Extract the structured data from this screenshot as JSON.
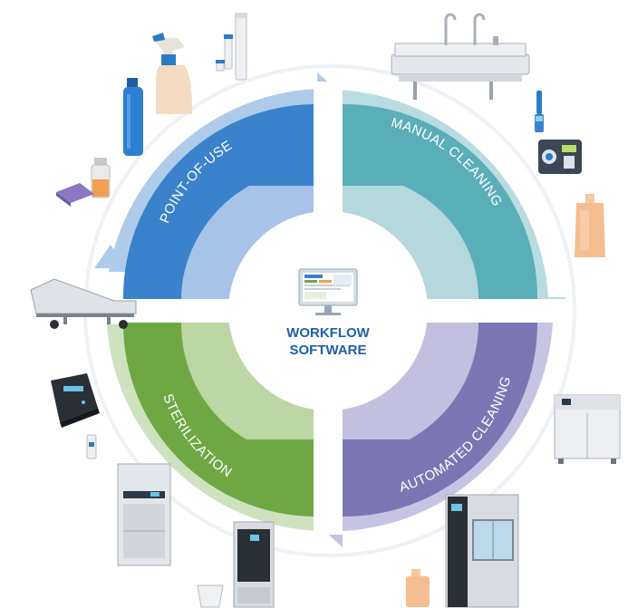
{
  "center": {
    "line1": "WORKFLOW",
    "line2": "SOFTWARE",
    "icon": "computer-monitor-icon"
  },
  "quadrants": [
    {
      "label": "POINT-OF-USE",
      "color": "#3a82cc",
      "inner_color": "#a7c4e8"
    },
    {
      "label": "MANUAL CLEANING",
      "color": "#5aaeb8",
      "inner_color": "#b4d8dc"
    },
    {
      "label": "AUTOMATED CLEANING",
      "color": "#7b76b3",
      "inner_color": "#c2c0de"
    },
    {
      "label": "STERILIZATION",
      "color": "#6ea844",
      "inner_color": "#bcd6a4"
    }
  ],
  "arrow_colors": [
    "#aecbea",
    "#b9dce0",
    "#c6c4e2",
    "#cfe2bf"
  ],
  "equipment_icons": [
    "spray-bottle-icon",
    "test-tube-icon",
    "blue-bottle-icon",
    "small-bottle-icon",
    "cleaning-pad-icon",
    "sink-icon",
    "brush-icon",
    "leak-tester-icon",
    "detergent-jug-icon",
    "washer-cabinet-icon",
    "stretcher-icon",
    "incubator-reader-icon",
    "indicator-vial-icon",
    "sterilizer-large-icon",
    "sterilizer-small-icon",
    "washer-disinfector-icon",
    "container-icon",
    "canister-icon"
  ]
}
